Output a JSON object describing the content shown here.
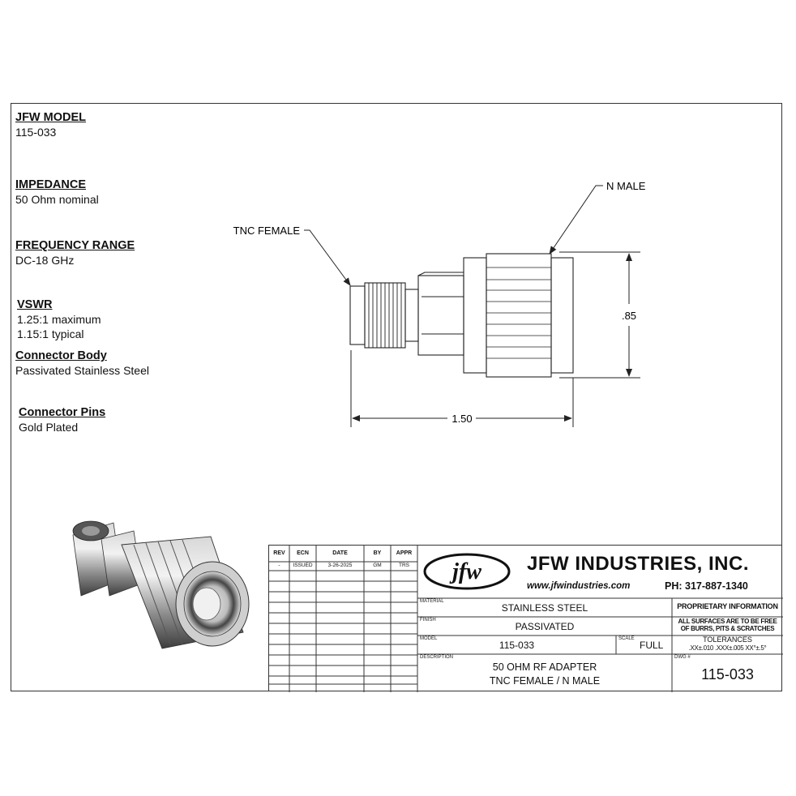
{
  "specs": {
    "model_heading": "JFW MODEL",
    "model_value": "115-033",
    "impedance_heading": "IMPEDANCE",
    "impedance_value": "50 Ohm nominal",
    "frequency_heading": "FREQUENCY RANGE",
    "frequency_value": "DC-18 GHz",
    "vswr_heading": "VSWR",
    "vswr_line1": "1.25:1 maximum",
    "vswr_line2": "1.15:1 typical",
    "body_heading": "Connector Body",
    "body_value": "Passivated Stainless Steel",
    "pins_heading": "Connector Pins",
    "pins_value": "Gold Plated"
  },
  "drawing": {
    "callout_left": "TNC FEMALE",
    "callout_right": "N MALE",
    "dim_height": ".85",
    "dim_length": "1.50"
  },
  "title_block": {
    "rev_headers": [
      "REV",
      "ECN",
      "DATE",
      "BY",
      "APPR"
    ],
    "rev_row": [
      "-",
      "ISSUED",
      "3-26-2025",
      "GM",
      "TRS"
    ],
    "logo_text": "jfw",
    "company": "JFW  INDUSTRIES, INC.",
    "website": "www.jfwindustries.com",
    "phone": "PH: 317-887-1340",
    "material_label": "MATERIAL",
    "material_value": "STAINLESS STEEL",
    "finish_label": "FINISH",
    "finish_value": "PASSIVATED",
    "model_label": "MODEL",
    "model_value": "115-033",
    "scale_label": "SCALE",
    "scale_value": "FULL",
    "description_label": "DESCRIPTION",
    "description_line1": "50 OHM RF ADAPTER",
    "description_line2": "TNC FEMALE / N MALE",
    "proprietary": "PROPRIETARY INFORMATION",
    "surfaces_line1": "ALL SURFACES ARE TO BE FREE",
    "surfaces_line2": "OF BURRS, PITS & SCRATCHES",
    "tolerances_label": "TOLERANCES",
    "tolerances_value": ".XX±.010  .XXX±.005  XX°±.5°",
    "dwg_label": "DWG #",
    "dwg_value": "115-033"
  }
}
